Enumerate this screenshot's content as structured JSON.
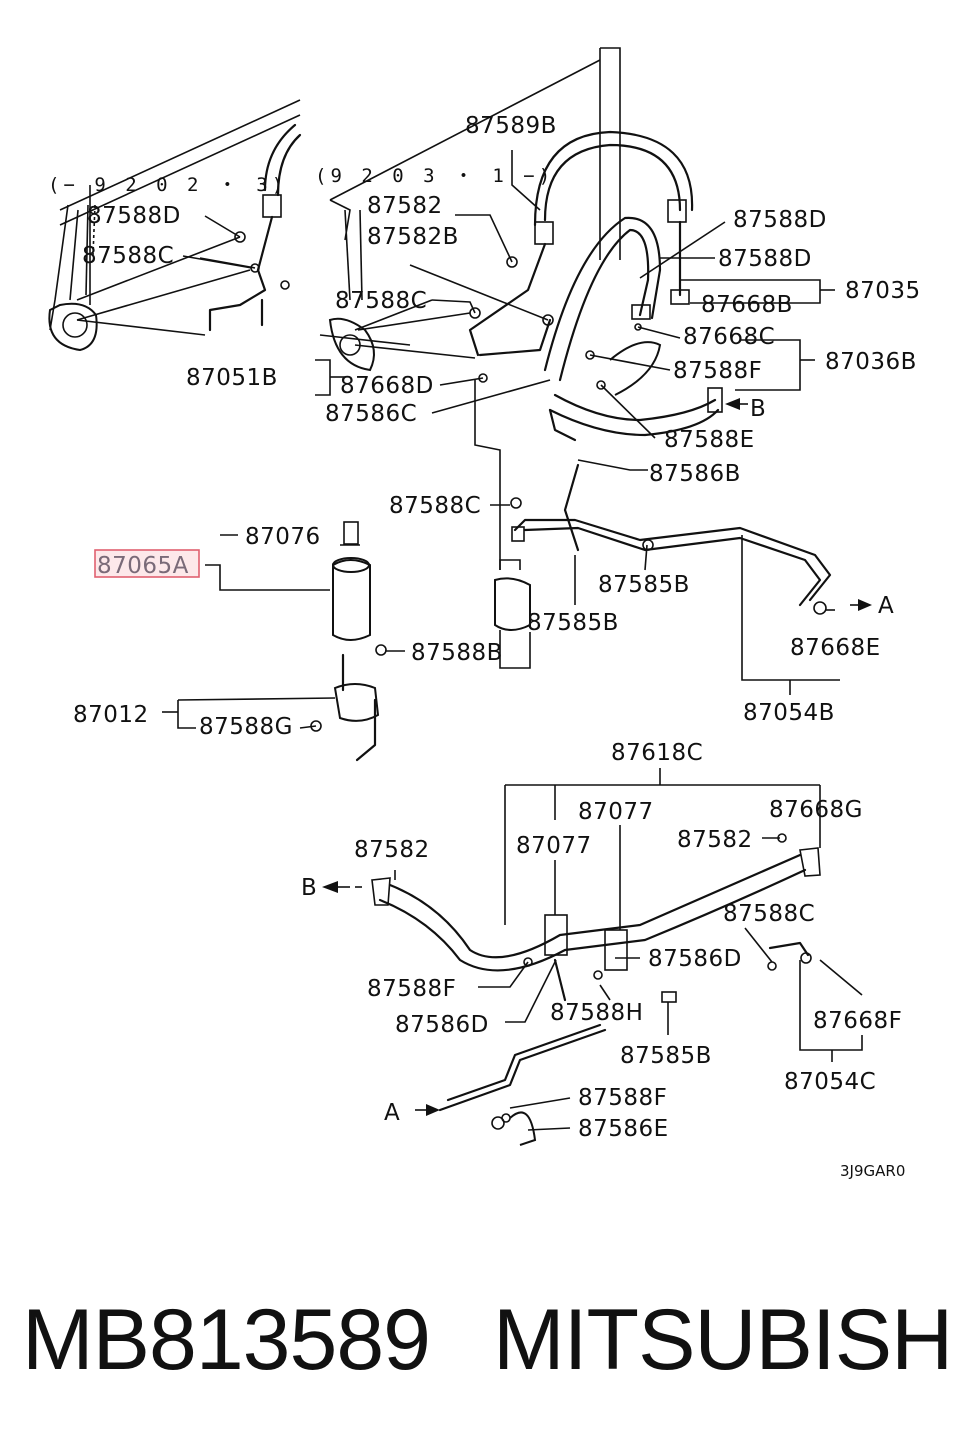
{
  "diagram": {
    "date_codes": [
      "(− 9 2 0 2 ・ 3)",
      "(9 2 0 3 ・ 1 −)"
    ],
    "labels": {
      "p87589B": "87589B",
      "p87588D_left": "87588D",
      "p87588C_left": "87588C",
      "p87582_top": "87582",
      "p87582B": "87582B",
      "p87588C_mid": "87588C",
      "p87051B": "87051B",
      "p87668D": "87668D",
      "p87586C": "87586C",
      "p87588D_r1": "87588D",
      "p87588D_r2": "87588D",
      "p87668B": "87668B",
      "p87035": "87035",
      "p87668C": "87668C",
      "p87588F_top": "87588F",
      "p87036B": "87036B",
      "arrow_B_top": "B",
      "p87588E": "87588E",
      "p87586B": "87586B",
      "p87588C_recv": "87588C",
      "p87076": "87076",
      "p87065A": "87065A",
      "p87585B_a": "87585B",
      "p87585B_b": "87585B",
      "arrow_A_right": "A",
      "p87588B": "87588B",
      "p87668E": "87668E",
      "p87012": "87012",
      "p87588G": "87588G",
      "p87054B": "87054B",
      "p87618C": "87618C",
      "p87077_a": "87077",
      "p87668G": "87668G",
      "p87582_b": "87582",
      "p87077_b": "87077",
      "p87582_c": "87582",
      "arrow_B_left": "B",
      "p87588C_low": "87588C",
      "p87586D_r": "87586D",
      "p87588F_low": "87588F",
      "p87588H": "87588H",
      "p87586D_l": "87586D",
      "p87668F": "87668F",
      "p87585B_low": "87585B",
      "p87054C": "87054C",
      "arrow_A_left": "A",
      "p87588F_bot": "87588F",
      "p87586E": "87586E"
    },
    "drawing_code": "3J9GAR0"
  },
  "footer": {
    "part_number": "MB813589",
    "brand": "MITSUBISHI"
  },
  "colors": {
    "ink": "#111111",
    "highlight": "#e06070",
    "background": "#ffffff"
  }
}
